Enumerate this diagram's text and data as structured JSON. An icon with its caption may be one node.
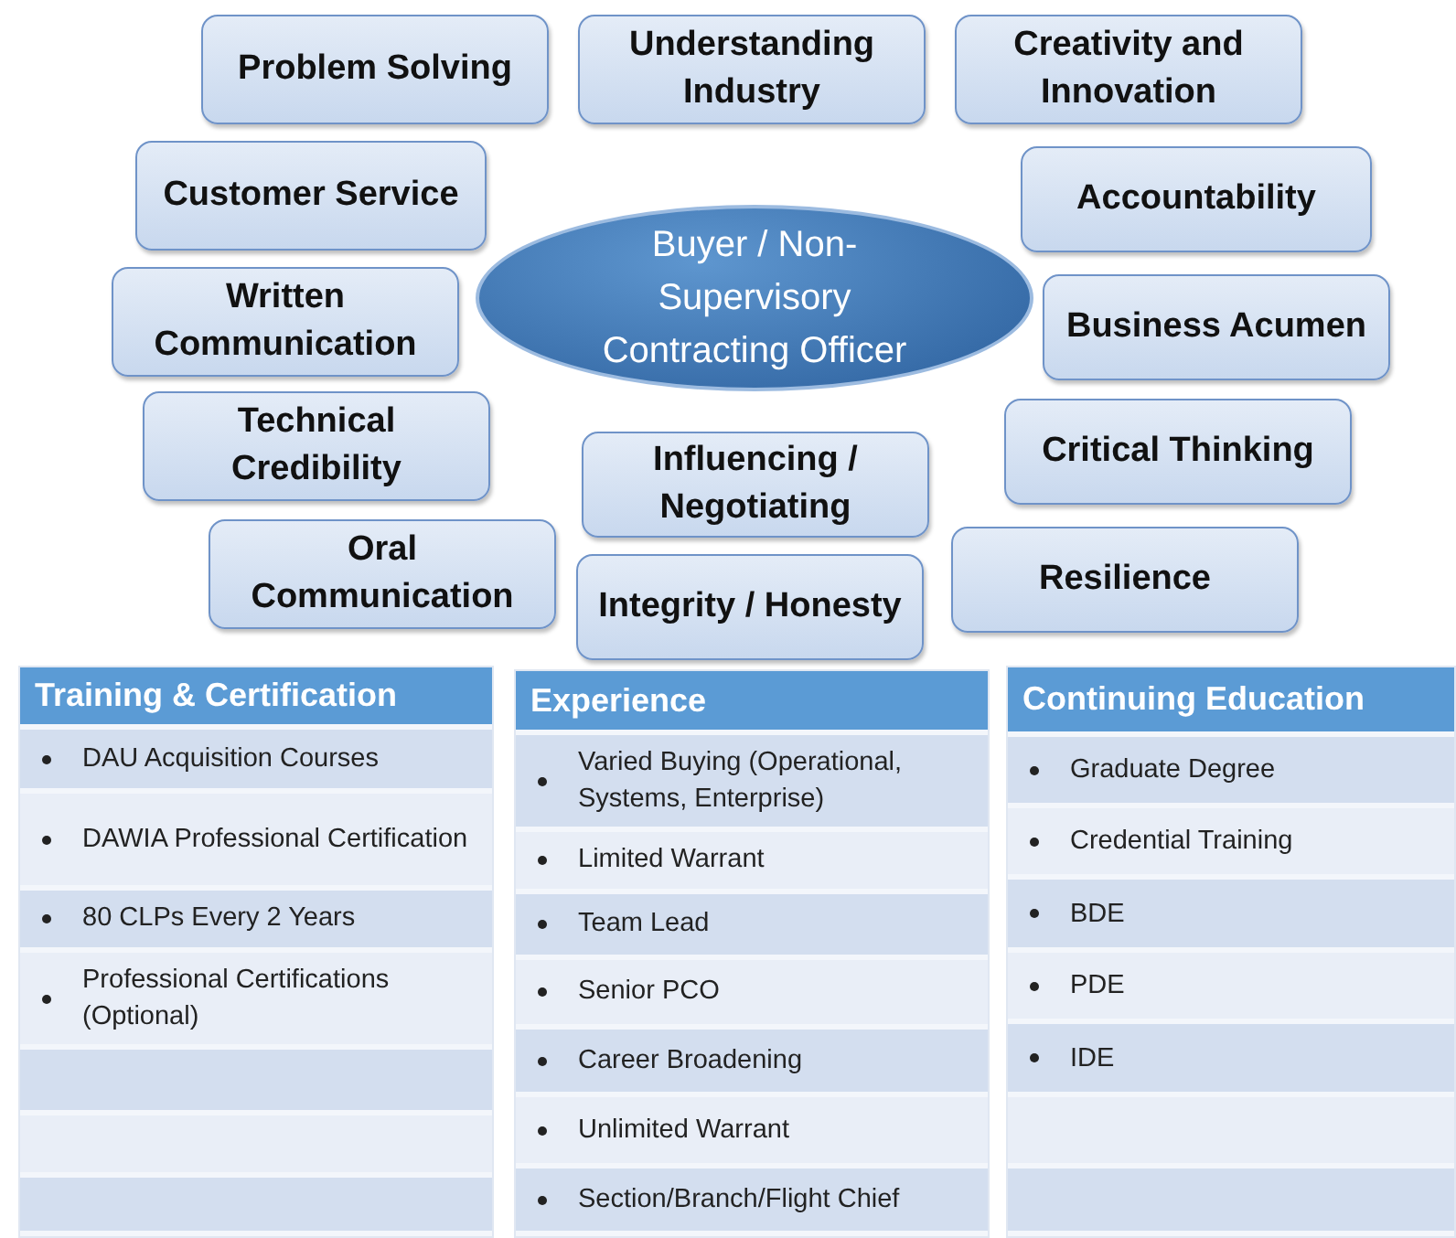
{
  "diagram": {
    "nodes": [
      {
        "text": [
          "Problem Solving"
        ]
      },
      {
        "text": [
          "Understanding Industry"
        ]
      },
      {
        "text": [
          "Creativity and Innovation"
        ]
      },
      {
        "text": [
          "Customer Service"
        ]
      },
      {
        "text": [
          "Accountability"
        ]
      },
      {
        "text": [
          "Buyer / Non-Supervisory Contracting Officer"
        ]
      },
      {
        "text": [
          "Written Communication"
        ]
      },
      {
        "text": [
          "Business Acumen"
        ]
      },
      {
        "text": [
          "Technical Credibility"
        ]
      },
      {
        "text": [
          "Critical Thinking"
        ]
      },
      {
        "text": [
          "Influencing / Negotiating"
        ]
      },
      {
        "text": [
          "Oral Communication"
        ]
      },
      {
        "text": [
          "Resilience"
        ]
      },
      {
        "text": [
          "Integrity / Honesty"
        ]
      },
      {
        "text": [
          "Training & Certification"
        ]
      },
      {
        "text": [
          "DAU Acquisition Courses"
        ],
        "in": 14
      },
      {
        "text": [
          "DAWIA Professional Certification"
        ],
        "in": 14
      },
      {
        "text": [
          "80 CLPs Every 2 Years"
        ],
        "in": 14
      },
      {
        "text": [
          "Professional Certifications (Optional)"
        ],
        "in": 14
      },
      {
        "text": [],
        "shape": "box",
        "in": 14
      },
      {
        "text": [],
        "shape": "box",
        "in": 14
      },
      {
        "text": [],
        "shape": "box",
        "in": 14
      },
      {
        "text": [
          "Experience"
        ]
      },
      {
        "text": [
          "Varied Buying (Operational, Systems, Enterprise)"
        ],
        "in": 22
      },
      {
        "text": [
          "Limited Warrant"
        ],
        "in": 22
      },
      {
        "text": [
          "Team Lead"
        ],
        "in": 22
      },
      {
        "text": [
          "Senior PCO"
        ],
        "in": 22
      },
      {
        "text": [
          "Career Broadening"
        ],
        "in": 22
      },
      {
        "text": [
          "Unlimited Warrant"
        ],
        "in": 22
      },
      {
        "text": [
          "Section/Branch/Flight Chief"
        ],
        "in": 22
      },
      {
        "text": [
          "Continuing Education"
        ]
      },
      {
        "text": [
          "Graduate Degree"
        ],
        "in": 30
      },
      {
        "text": [
          "Credential Training"
        ],
        "in": 30
      },
      {
        "text": [
          "BDE"
        ],
        "in": 30
      },
      {
        "text": [
          "PDE"
        ],
        "in": 30
      },
      {
        "text": [
          "IDE"
        ],
        "in": 30
      },
      {
        "text": [],
        "shape": "box",
        "in": 30
      },
      {
        "text": [],
        "shape": "box",
        "in": 30
      }
    ]
  }
}
